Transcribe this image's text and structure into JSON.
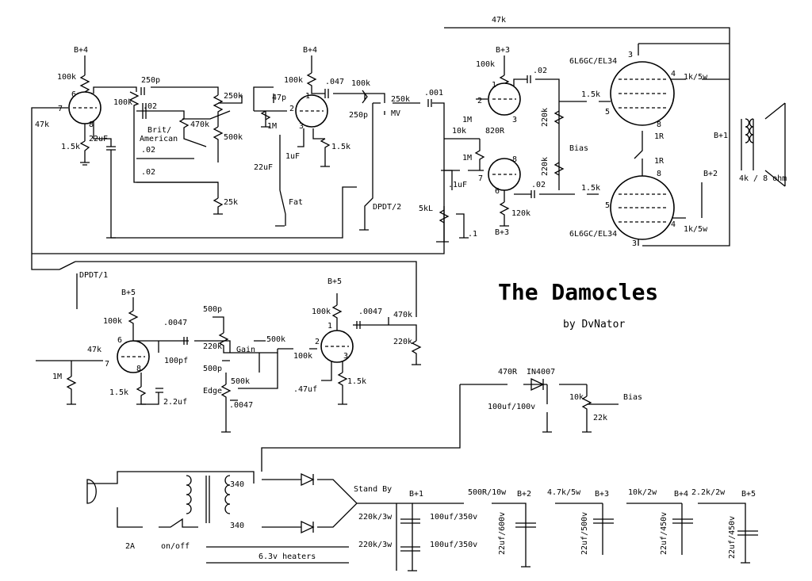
{
  "title": "The Damocles",
  "author": "by DvNator",
  "labels": [
    {
      "t": "B+4"
    },
    {
      "t": "100k"
    },
    {
      "t": "6"
    },
    {
      "t": "7"
    },
    {
      "t": "8"
    },
    {
      "t": "47k"
    },
    {
      "t": "1.5k"
    },
    {
      "t": "22uF"
    },
    {
      "t": "250p"
    },
    {
      "t": "100k"
    },
    {
      "t": ".02"
    },
    {
      "t": "Brit/"
    },
    {
      "t": "American"
    },
    {
      "t": "470k"
    },
    {
      "t": "250k"
    },
    {
      "t": "500k"
    },
    {
      "t": ".02"
    },
    {
      "t": ".02"
    },
    {
      "t": "25k"
    },
    {
      "t": "B+4"
    },
    {
      "t": "100k"
    },
    {
      "t": "1"
    },
    {
      "t": "47p"
    },
    {
      "t": "2"
    },
    {
      "t": "1M"
    },
    {
      "t": "3"
    },
    {
      "t": "1uF"
    },
    {
      "t": "1.5k"
    },
    {
      "t": "22uF"
    },
    {
      "t": "Fat"
    },
    {
      "t": ".047"
    },
    {
      "t": "100k"
    },
    {
      "t": "250k"
    },
    {
      "t": "250p"
    },
    {
      "t": "MV"
    },
    {
      "t": "DPDT/2"
    },
    {
      "t": "47k"
    },
    {
      "t": ".001"
    },
    {
      "t": "B+3"
    },
    {
      "t": "100k"
    },
    {
      "t": "1"
    },
    {
      "t": ".02"
    },
    {
      "t": "2"
    },
    {
      "t": "3"
    },
    {
      "t": "1M"
    },
    {
      "t": "10k"
    },
    {
      "t": "820R"
    },
    {
      "t": "1M"
    },
    {
      "t": "8"
    },
    {
      "t": "7"
    },
    {
      "t": ".1uF"
    },
    {
      "t": "6"
    },
    {
      "t": ".02"
    },
    {
      "t": "120k"
    },
    {
      "t": "B+3"
    },
    {
      "t": "5kL"
    },
    {
      "t": ".1"
    },
    {
      "t": "220k"
    },
    {
      "t": "220k"
    },
    {
      "t": "Bias"
    },
    {
      "t": "1.5k"
    },
    {
      "t": "1.5k"
    },
    {
      "t": "6L6GC/EL34"
    },
    {
      "t": "3"
    },
    {
      "t": "4"
    },
    {
      "t": "1k/5w"
    },
    {
      "t": "5"
    },
    {
      "t": "8"
    },
    {
      "t": "1R"
    },
    {
      "t": "1R"
    },
    {
      "t": "8"
    },
    {
      "t": "5"
    },
    {
      "t": "4"
    },
    {
      "t": "1k/5w"
    },
    {
      "t": "3"
    },
    {
      "t": "6L6GC/EL34"
    },
    {
      "t": "B+1"
    },
    {
      "t": "B+2"
    },
    {
      "t": "4k / 8 ohm"
    },
    {
      "t": "DPDT/1"
    },
    {
      "t": "B+5"
    },
    {
      "t": "100k"
    },
    {
      "t": "6"
    },
    {
      "t": ".0047"
    },
    {
      "t": "47k"
    },
    {
      "t": "7"
    },
    {
      "t": "8"
    },
    {
      "t": "100pf"
    },
    {
      "t": "1M"
    },
    {
      "t": "1.5k"
    },
    {
      "t": "2.2uf"
    },
    {
      "t": "500p"
    },
    {
      "t": "220k"
    },
    {
      "t": "500k"
    },
    {
      "t": "Gain"
    },
    {
      "t": "500p"
    },
    {
      "t": "500k"
    },
    {
      "t": "Edge"
    },
    {
      "t": ".0047"
    },
    {
      "t": "B+5"
    },
    {
      "t": "100k"
    },
    {
      "t": "1"
    },
    {
      "t": ".0047"
    },
    {
      "t": "470k"
    },
    {
      "t": "2"
    },
    {
      "t": "100k"
    },
    {
      "t": "3"
    },
    {
      "t": "220k"
    },
    {
      "t": ".47uf"
    },
    {
      "t": "1.5k"
    },
    {
      "t": "470R"
    },
    {
      "t": "IN4007"
    },
    {
      "t": "10k"
    },
    {
      "t": "Bias"
    },
    {
      "t": "100uf/100v"
    },
    {
      "t": "22k"
    },
    {
      "t": "340"
    },
    {
      "t": "340"
    },
    {
      "t": "2A"
    },
    {
      "t": "on/off"
    },
    {
      "t": "6.3v heaters"
    },
    {
      "t": "Stand By"
    },
    {
      "t": "B+1"
    },
    {
      "t": "220k/3w"
    },
    {
      "t": "220k/3w"
    },
    {
      "t": "100uf/350v"
    },
    {
      "t": "100uf/350v"
    },
    {
      "t": "500R/10w"
    },
    {
      "t": "B+2"
    },
    {
      "t": "22uf/600v"
    },
    {
      "t": "4.7k/5w"
    },
    {
      "t": "B+3"
    },
    {
      "t": "22uf/500v"
    },
    {
      "t": "10k/2w"
    },
    {
      "t": "B+4"
    },
    {
      "t": "22uf/450v"
    },
    {
      "t": "2.2k/2w"
    },
    {
      "t": "B+5"
    },
    {
      "t": "22uf/450v"
    }
  ]
}
